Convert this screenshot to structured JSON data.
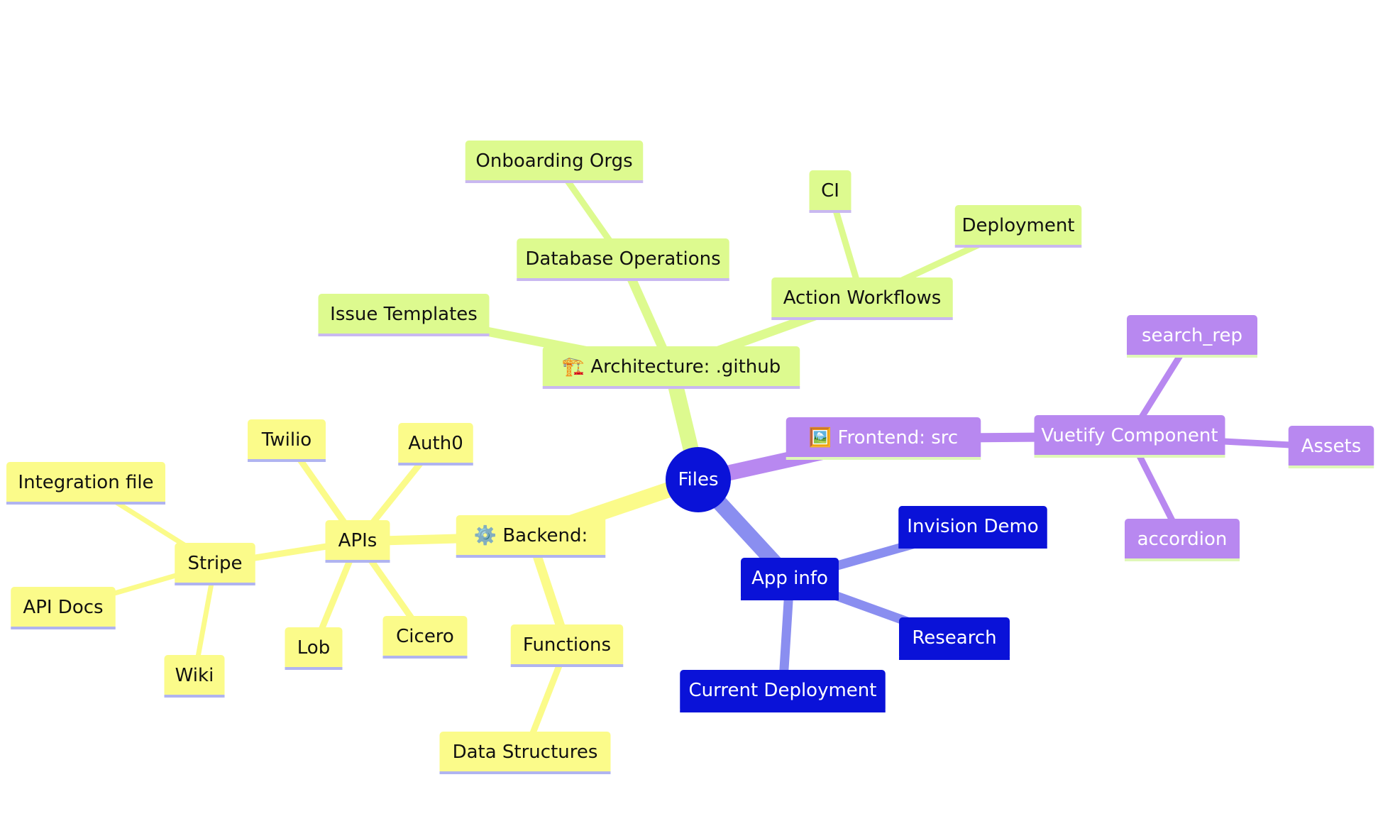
{
  "root": {
    "label": "Files",
    "color": "#0a12d8",
    "text_color": "#ffffff"
  },
  "branches": [
    {
      "key": "architecture",
      "color": "#ddfa8f",
      "edge_color": "#ddfa8f",
      "underline": "#c9b8f0",
      "text_color": "#111111",
      "label": "Architecture: .github",
      "icon": "🏗️",
      "children": [
        {
          "label": "Issue Templates",
          "children": []
        },
        {
          "label": "Database Operations",
          "children": [
            {
              "label": "Onboarding Orgs"
            }
          ]
        },
        {
          "label": "Action Workflows",
          "children": [
            {
              "label": "CI"
            },
            {
              "label": "Deployment"
            }
          ]
        }
      ]
    },
    {
      "key": "frontend",
      "color": "#b888f0",
      "edge_color": "#b888f0",
      "underline": "#dff7b8",
      "text_color": "#ffffff",
      "label": "Frontend: src",
      "icon": "🖼️",
      "children": [
        {
          "label": "Vuetify Component",
          "children": [
            {
              "label": "search_rep"
            },
            {
              "label": "Assets"
            },
            {
              "label": "accordion"
            }
          ]
        }
      ]
    },
    {
      "key": "appinfo",
      "color": "#0a12d8",
      "edge_color": "#8a8ef0",
      "underline": "#0a12d8",
      "text_color": "#ffffff",
      "label": "App info",
      "icon": "",
      "children": [
        {
          "label": "Invision Demo"
        },
        {
          "label": "Research"
        },
        {
          "label": "Current Deployment"
        }
      ]
    },
    {
      "key": "backend",
      "color": "#fbfb8a",
      "edge_color": "#fbfb8a",
      "underline": "#b0b4f0",
      "text_color": "#111111",
      "label": "Backend:",
      "icon": "⚙️",
      "children": [
        {
          "label": "APIs",
          "children": [
            {
              "label": "Twilio"
            },
            {
              "label": "Auth0"
            },
            {
              "label": "Cicero"
            },
            {
              "label": "Lob"
            },
            {
              "label": "Stripe",
              "children": [
                {
                  "label": "Integration file"
                },
                {
                  "label": "API Docs"
                },
                {
                  "label": "Wiki"
                }
              ]
            }
          ]
        },
        {
          "label": "Functions",
          "children": [
            {
              "label": "Data Structures"
            }
          ]
        }
      ]
    }
  ]
}
